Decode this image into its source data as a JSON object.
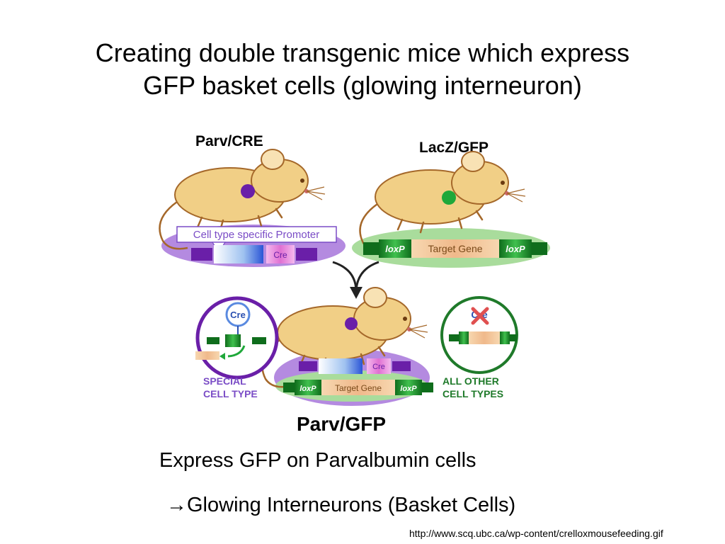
{
  "title_line1": "Creating double transgenic mice which express",
  "title_line2": "GFP basket cells (glowing interneuron)",
  "parent_left_label": "Parv/CRE",
  "parent_right_label": "LacZ/GFP",
  "promoter_label": "Cell type specific Promoter",
  "cre_label": "Cre",
  "loxp_label": "loxP",
  "target_gene_label": "Target Gene",
  "special_cell_line1": "SPECIAL",
  "special_cell_line2": "CELL TYPE",
  "other_cells_line1": "ALL OTHER",
  "other_cells_line2": "CELL TYPES",
  "offspring_label": "Parv/GFP",
  "description_line1": "Express GFP on Parvalbumin cells",
  "arrow_symbol": "→",
  "description_line2": "Glowing Interneurons (Basket Cells)",
  "source_url": "http://www.scq.ubc.ca/wp-content/crelloxmousefeeding.gif",
  "colors": {
    "purple_band": "#b48ae0",
    "green_band": "#a9dc9c",
    "mouse_body": "#f1cf86",
    "mouse_outline": "#a5682a",
    "cre_pink": "#e78ad8",
    "dark_purple": "#6a1fa8",
    "dark_green": "#1f7a2a"
  }
}
